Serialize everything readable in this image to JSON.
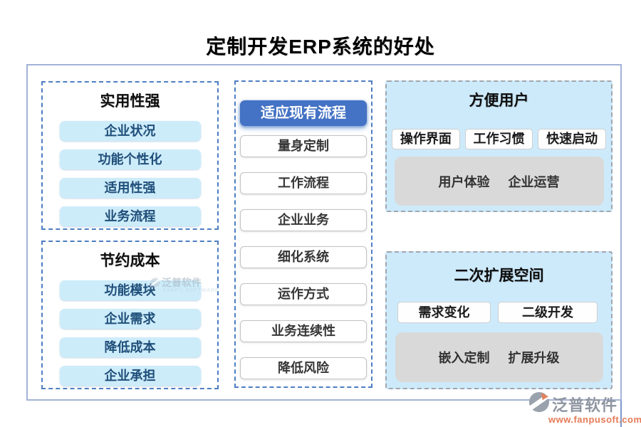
{
  "title": "定制开发ERP系统的好处",
  "left": {
    "groups": [
      {
        "title": "实用性强",
        "items": [
          "企业状况",
          "功能个性化",
          "适用性强",
          "业务流程"
        ]
      },
      {
        "title": "节约成本",
        "items": [
          "功能模块",
          "企业需求",
          "降低成本",
          "企业承担"
        ]
      }
    ]
  },
  "middle": {
    "highlight": "适应现有流程",
    "items": [
      "量身定制",
      "工作流程",
      "企业业务",
      "细化系统",
      "运作方式",
      "业务连续性",
      "降低风险"
    ]
  },
  "right": {
    "groups": [
      {
        "title": "方便用户",
        "buttons": [
          "操作界面",
          "工作习惯",
          "快速启动"
        ],
        "panel": [
          "用户体验",
          "企业运营"
        ]
      },
      {
        "title": "二次扩展空间",
        "buttons": [
          "需求变化",
          "二级开发"
        ],
        "panel": [
          "嵌入定制",
          "扩展升级"
        ]
      }
    ]
  },
  "watermark": {
    "name": "泛普软件",
    "sub": "FANPU SOFTWARE"
  },
  "logo": {
    "name": "泛普软件",
    "url": "www.fanpusoft.com"
  },
  "colors": {
    "accent_blue": "#4472c4",
    "item_light_blue": "#cdecfa",
    "right_box_blue": "#cdeafb",
    "panel_gray": "#d9d9d9",
    "dashed_blue": "#4e7ec2",
    "dashed_gray": "#9fa6ad",
    "frame_border": "#a3b2d6",
    "item_text_blue": "#1f4e79",
    "logo_gray": "#8f96a1",
    "logo_orange": "#e2825f",
    "url_orange": "#e57a56"
  }
}
